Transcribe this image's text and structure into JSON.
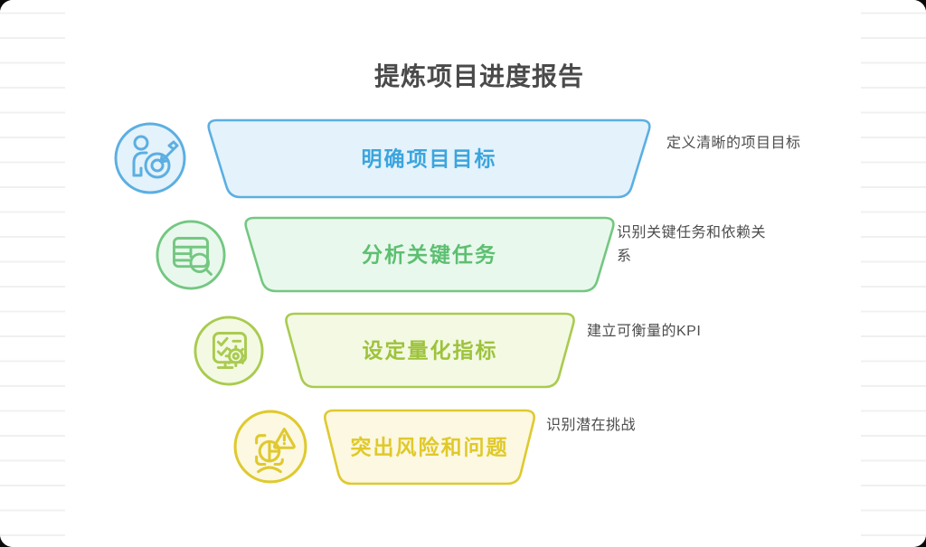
{
  "title": "提炼项目进度报告",
  "theme": {
    "title_color": "#4a4a4a",
    "note_color": "#4d4d4d",
    "canvas_background": "#ffffff",
    "ruled_line_color": "#f0f0f0"
  },
  "stages": [
    {
      "label": "明确项目目标",
      "note": "定义清晰的项目目标",
      "icon": "person-target-icon",
      "color": {
        "stroke": "#5bafe2",
        "fill": "#e4f2fb",
        "text": "#3ba5de"
      }
    },
    {
      "label": "分析关键任务",
      "note": "识别关键任务和依赖关系",
      "icon": "table-search-icon",
      "color": {
        "stroke": "#74c781",
        "fill": "#e9f8ed",
        "text": "#5dbf71"
      }
    },
    {
      "label": "设定量化指标",
      "note": "建立可衡量的KPI",
      "icon": "checklist-gear-icon",
      "color": {
        "stroke": "#a9cb50",
        "fill": "#f4f9e3",
        "text": "#9dc33b"
      }
    },
    {
      "label": "突出风险和问题",
      "note": "识别潜在挑战",
      "icon": "risk-warning-icon",
      "color": {
        "stroke": "#dfc92f",
        "fill": "#fcf8e1",
        "text": "#e0c929"
      }
    }
  ]
}
